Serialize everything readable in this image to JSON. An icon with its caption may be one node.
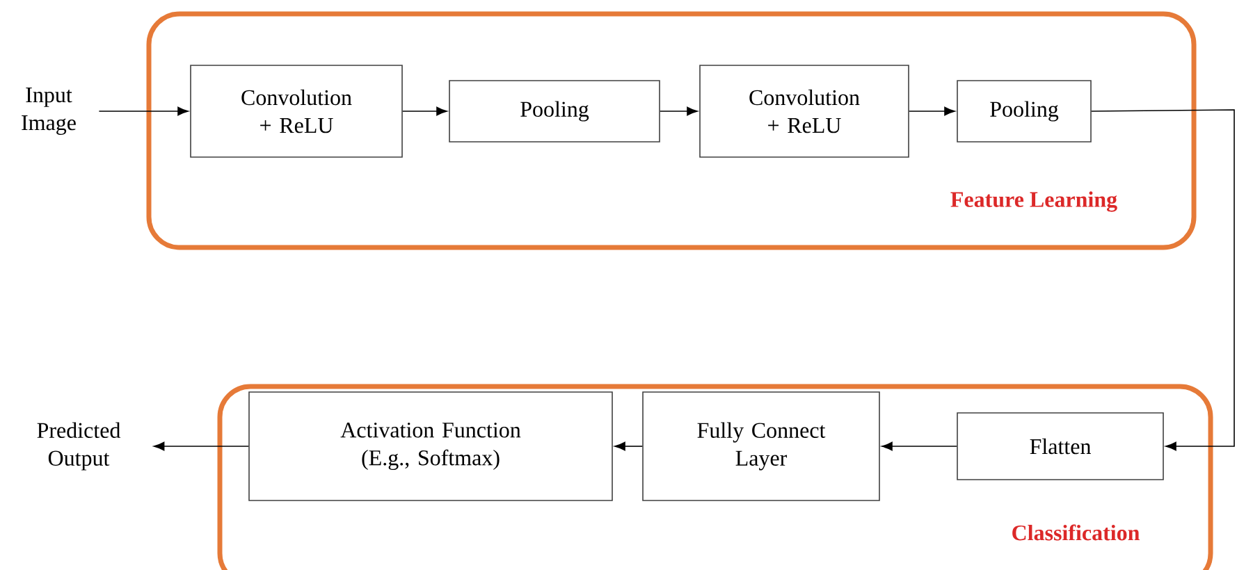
{
  "diagram": {
    "nodes": [
      {
        "text": [
          "Input Image"
        ]
      },
      {
        "text": [
          "Feature Learning"
        ]
      },
      {
        "text": [
          "Convolution + ReLU"
        ],
        "in": 1
      },
      {
        "text": [
          "Pooling"
        ],
        "in": 1
      },
      {
        "text": [
          "Convolution + ReLU"
        ],
        "in": 1
      },
      {
        "text": [
          "Pooling"
        ],
        "in": 1
      },
      {
        "text": [
          "Predicted Output"
        ]
      },
      {
        "text": [
          "Classification"
        ]
      },
      {
        "text": [
          "Activation Function (E.g., Softmax)"
        ],
        "in": 7
      },
      {
        "text": [
          "Fully Connect Layer"
        ],
        "in": 7
      },
      {
        "text": [
          "Flatten"
        ],
        "in": 7
      }
    ],
    "edges": [
      {
        "from": 0,
        "to": 2,
        "arrow": "to"
      },
      {
        "from": 2,
        "to": 3,
        "arrow": "to"
      },
      {
        "from": 3,
        "to": 4,
        "arrow": "to"
      },
      {
        "from": 4,
        "to": 5,
        "arrow": "to"
      },
      {
        "from": 5,
        "to": 10,
        "arrow": "to"
      },
      {
        "from": 10,
        "to": 9,
        "arrow": "to"
      },
      {
        "from": 9,
        "to": 8,
        "arrow": "to"
      },
      {
        "from": 8,
        "to": 6,
        "arrow": "to"
      }
    ]
  }
}
